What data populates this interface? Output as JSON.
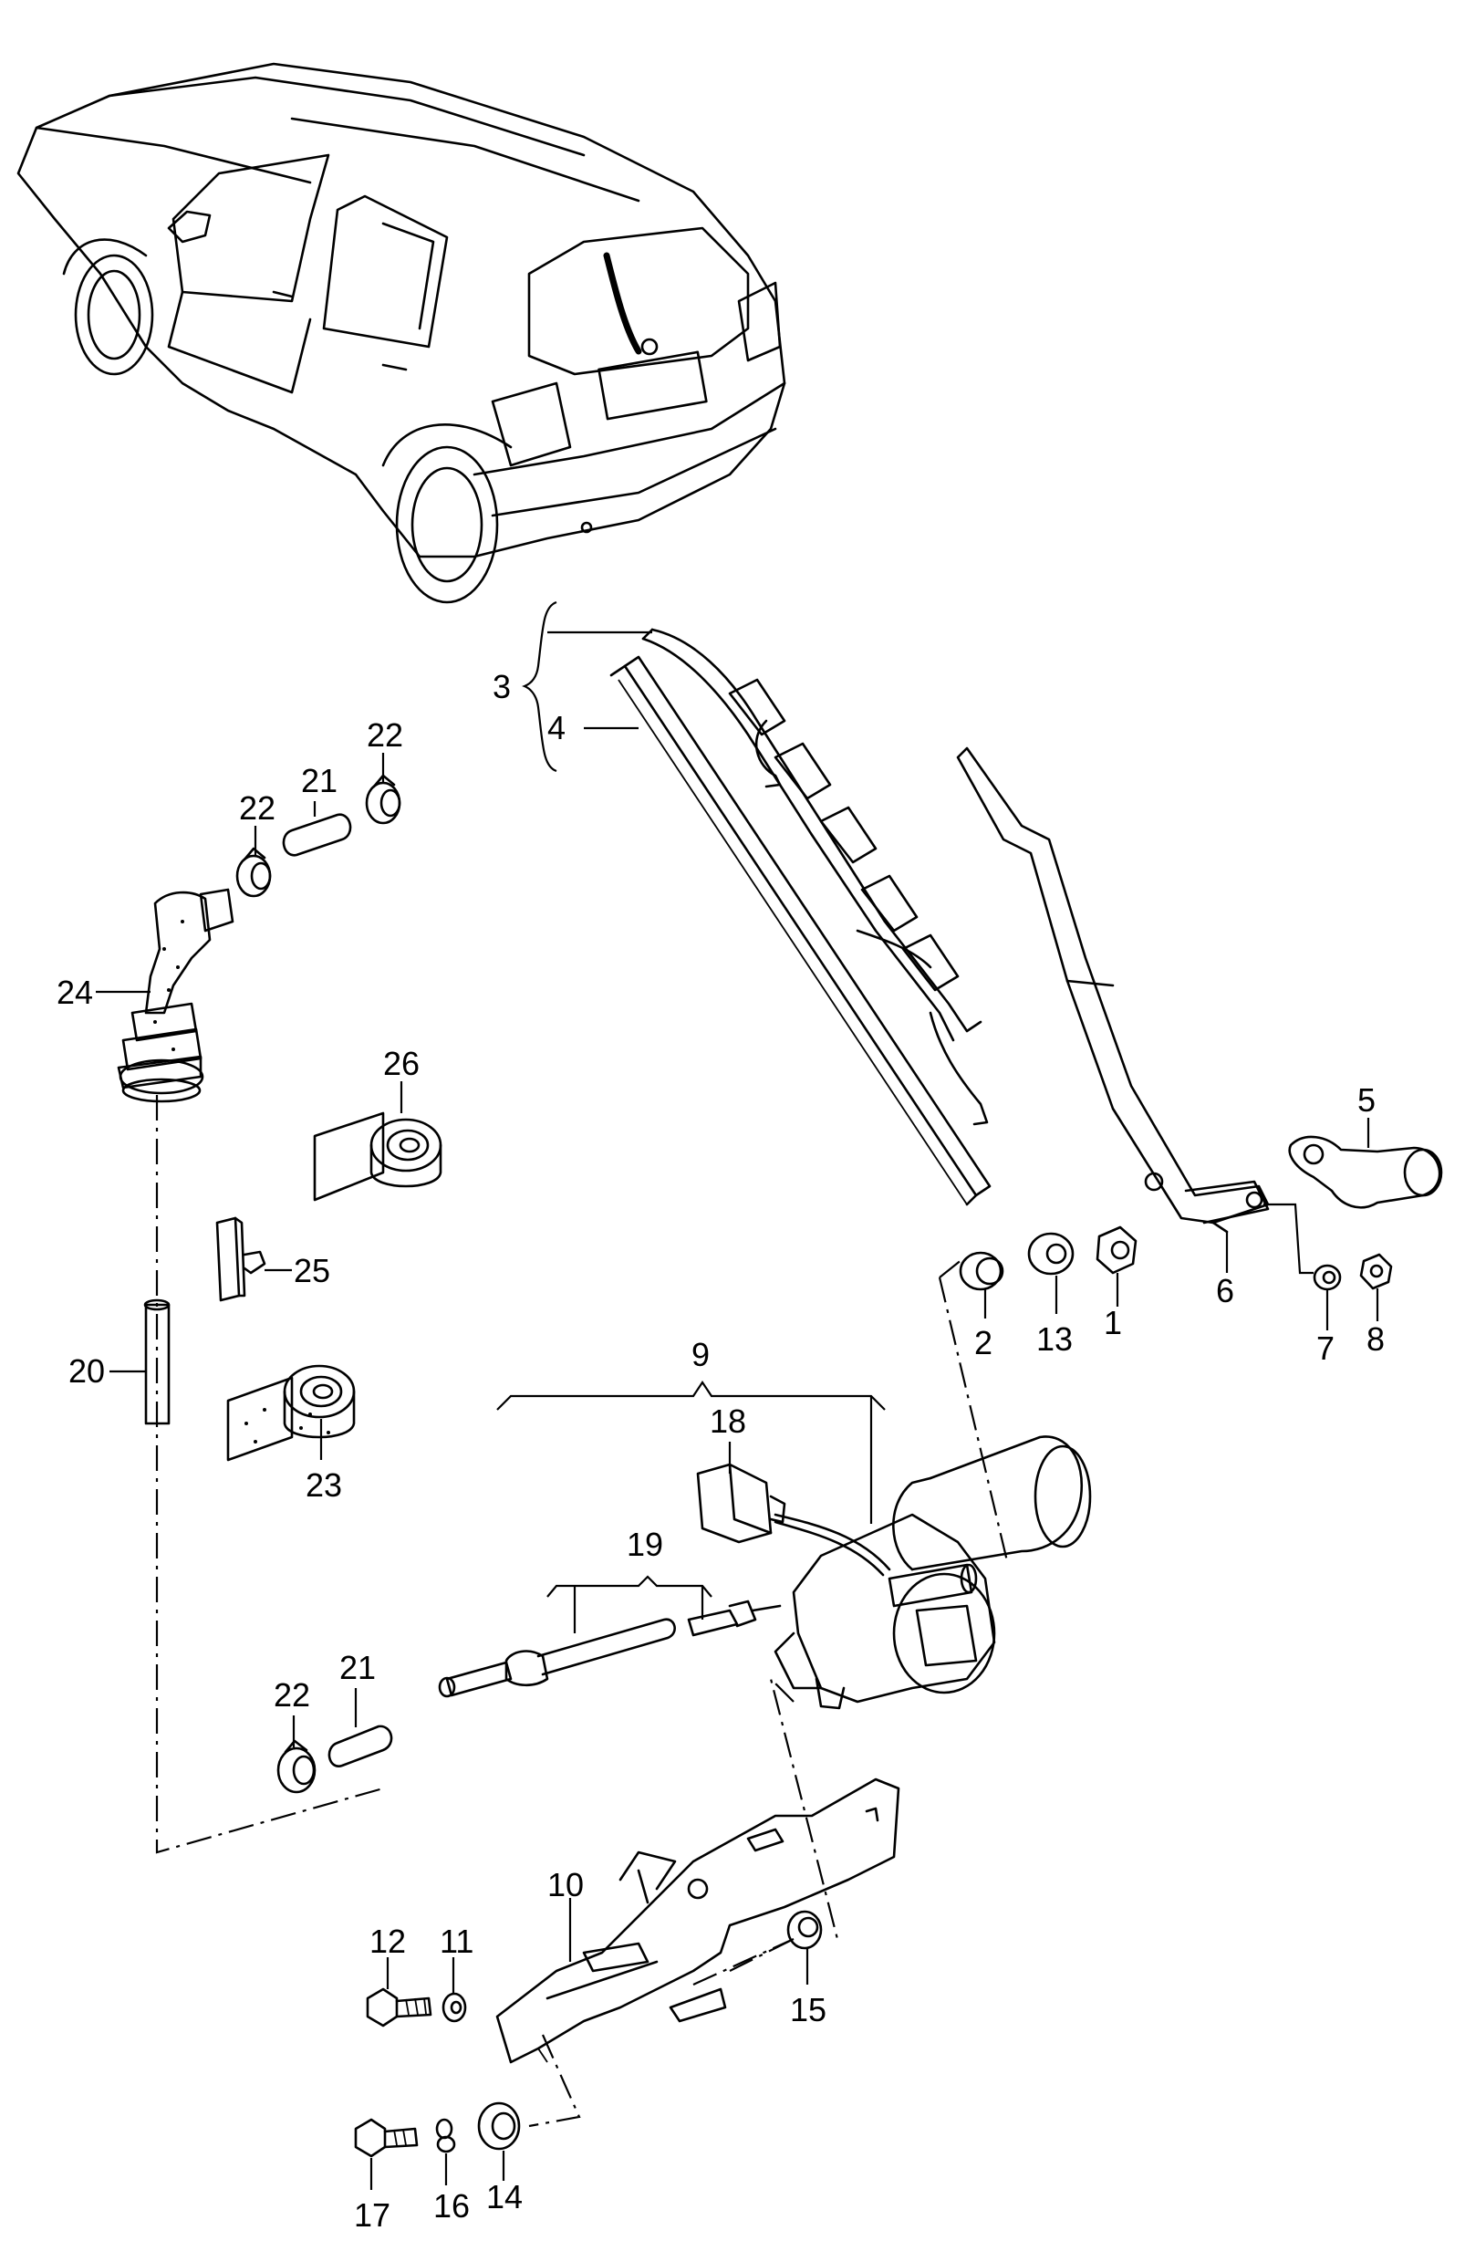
{
  "callouts": [
    "1",
    "2",
    "3",
    "4",
    "5",
    "6",
    "7",
    "8",
    "9",
    "10",
    "11",
    "12",
    "13",
    "14",
    "15",
    "16",
    "17",
    "18",
    "19",
    "20",
    "21",
    "21",
    "22",
    "22",
    "22",
    "23",
    "24",
    "25",
    "26"
  ]
}
